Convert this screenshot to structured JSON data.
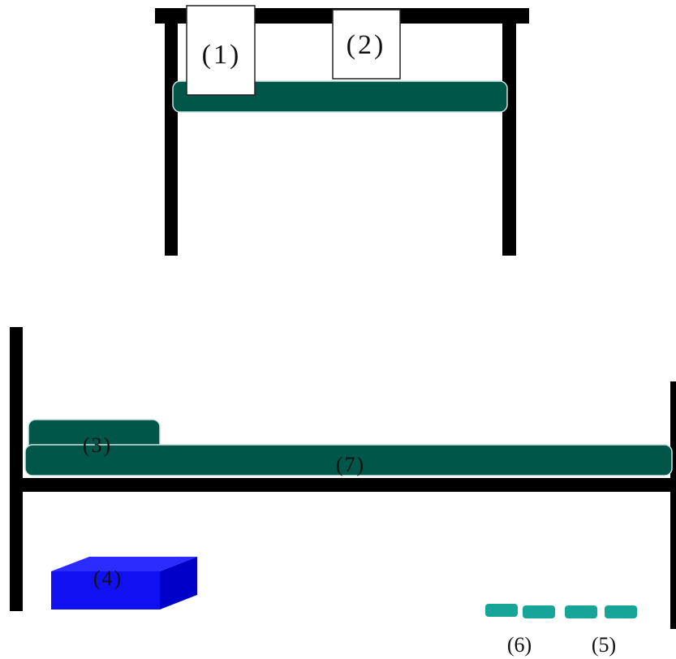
{
  "labels": {
    "item1": "(1)",
    "item2": "(2)",
    "item3": "(3)",
    "item4": "(4)",
    "item5": "(5)",
    "item6": "(6)",
    "item7": "(7)"
  },
  "colors": {
    "frame": "#000000",
    "mattress": "#005749",
    "mattress_outline": "#cfe3df",
    "box_front": "#1010f0",
    "box_top": "#2c2cff",
    "box_side": "#0000c8",
    "shoes": "#17a59a",
    "card_fill": "#ffffff",
    "card_stroke": "#222222"
  }
}
